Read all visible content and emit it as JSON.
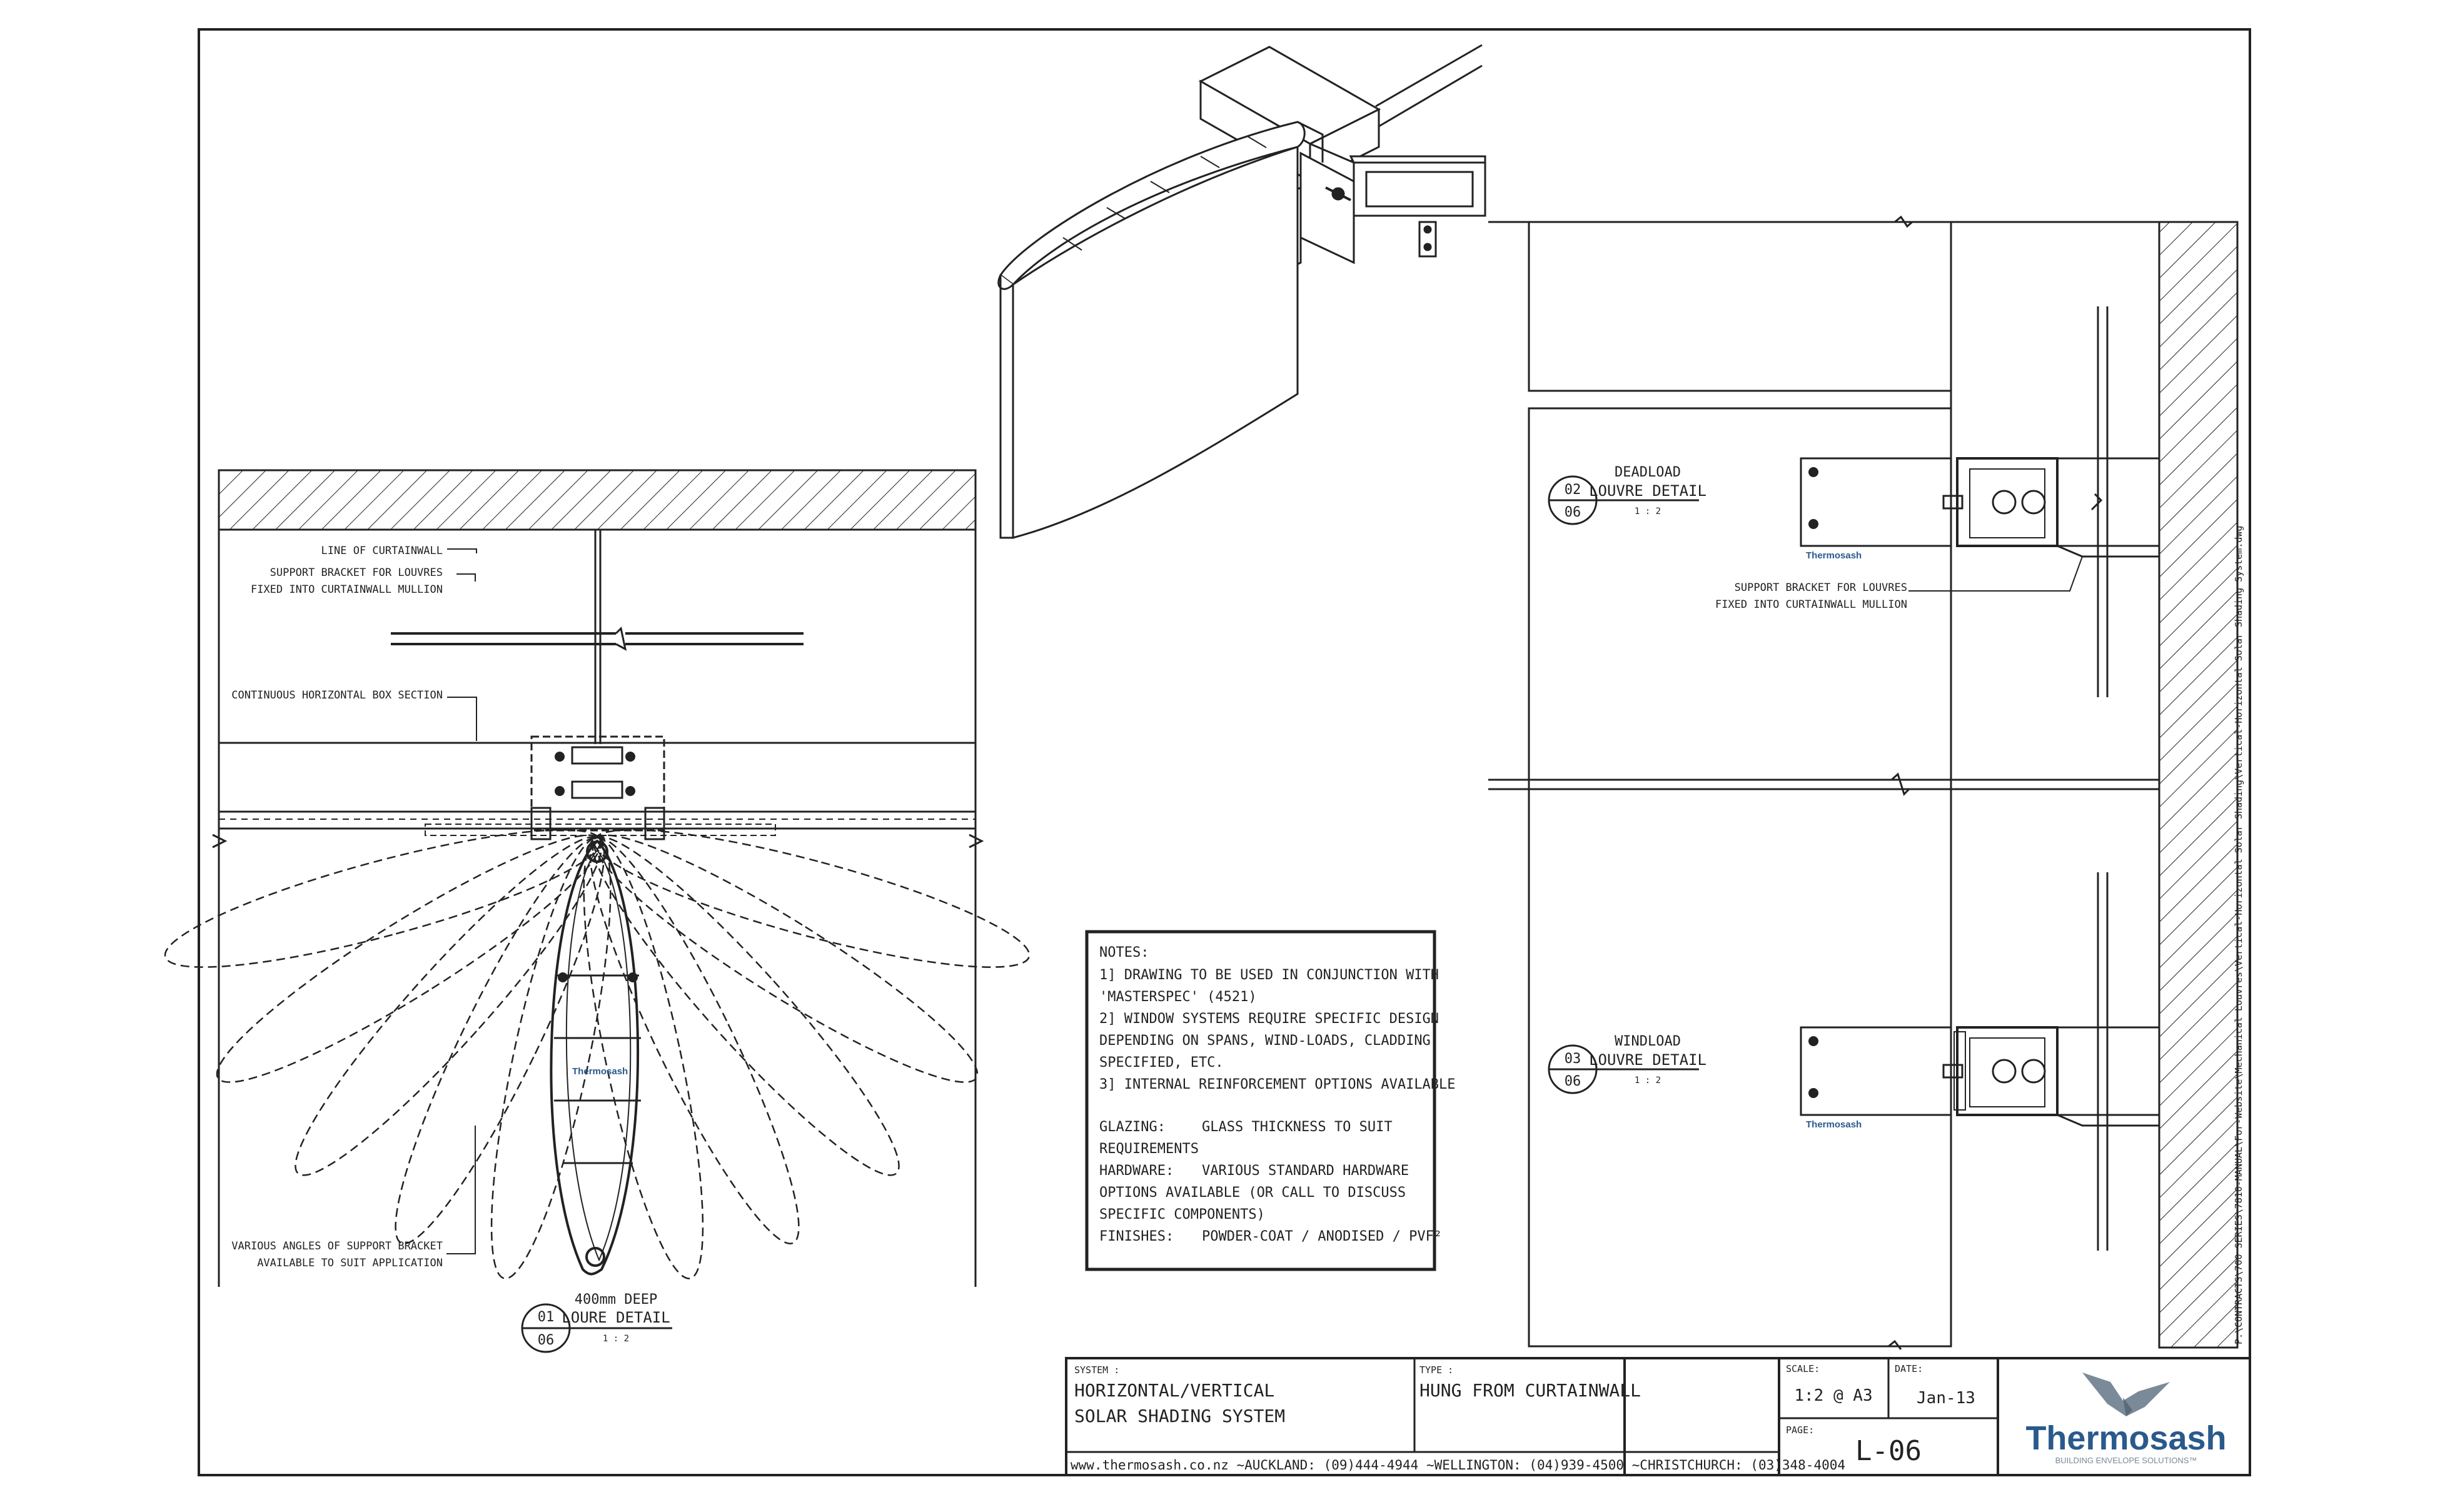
{
  "detail_01": {
    "num": "01",
    "sheet": "06",
    "title_line1": "400mm DEEP",
    "title_line2": "LOURE DETAIL",
    "scale": "1 : 2",
    "labels": {
      "line_of_curtainwall": "LINE OF CURTAINWALL",
      "support_bracket_1": "SUPPORT BRACKET FOR LOUVRES",
      "support_bracket_2": "FIXED INTO CURTAINWALL MULLION",
      "box_section": "CONTINUOUS HORIZONTAL BOX SECTION",
      "angles_1": "VARIOUS ANGLES OF SUPPORT BRACKET",
      "angles_2": "AVAILABLE TO SUIT APPLICATION"
    },
    "brand_tag": "Thermosash"
  },
  "detail_02": {
    "num": "02",
    "sheet": "06",
    "title_line1": "DEADLOAD",
    "title_line2": "LOUVRE DETAIL",
    "scale": "1 : 2",
    "label_1": "SUPPORT BRACKET FOR LOUVRES",
    "label_2": "FIXED INTO CURTAINWALL MULLION",
    "brand_tag": "Thermosash"
  },
  "detail_03": {
    "num": "03",
    "sheet": "06",
    "title_line1": "WINDLOAD",
    "title_line2": "LOUVRE DETAIL",
    "scale": "1 : 2",
    "brand_tag": "Thermosash"
  },
  "notes": {
    "heading": "NOTES:",
    "lines": [
      "1] DRAWING TO BE USED IN CONJUNCTION WITH",
      "'MASTERSPEC' (4521)",
      "2] WINDOW SYSTEMS REQUIRE SPECIFIC DESIGN",
      "DEPENDING ON SPANS, WIND-LOADS, CLADDING",
      "SPECIFIED, ETC.",
      "3] INTERNAL REINFORCEMENT OPTIONS AVAILABLE"
    ],
    "glazing_label": "GLAZING:",
    "glazing_value": "GLASS THICKNESS TO SUIT",
    "glazing_value_2": "REQUIREMENTS",
    "hardware_label": "HARDWARE:",
    "hardware_value": "VARIOUS STANDARD HARDWARE",
    "hardware_value_2": "OPTIONS AVAILABLE (OR CALL TO DISCUSS",
    "hardware_value_3": "SPECIFIC COMPONENTS)",
    "finishes_label": "FINISHES:",
    "finishes_value": "POWDER-COAT / ANODISED / PVF²"
  },
  "title_block": {
    "system_label": "SYSTEM :",
    "system_line1": "HORIZONTAL/VERTICAL",
    "system_line2": "SOLAR SHADING SYSTEM",
    "type_label": "TYPE :",
    "type_value": "HUNG FROM CURTAINWALL",
    "scale_label": "SCALE:",
    "scale_value": "1:2 @ A3",
    "date_label": "DATE:",
    "date_value": "Jan-13",
    "page_label": "PAGE:",
    "page_value": "L-06",
    "contact": "www.thermosash.co.nz ~AUCKLAND: (09)444-4944 ~WELLINGTON: (04)939-4500 ~CHRISTCHURCH: (03)348-4004",
    "logo_name": "Thermosash",
    "logo_tagline": "BUILDING ENVELOPE SOLUTIONS™"
  },
  "file_path": "P:\\CONTRACTS\\700 SERIES\\7810-MANUAL\\For-Website\\Mechanical Louvres\\Vertical-Horizontal Solar Shading\\Vertical-Horizontal Solar Shading System.dwg",
  "colors": {
    "ink": "#222222",
    "brand_blue": "#2a5a8c",
    "brand_grey": "#7a8a99"
  }
}
